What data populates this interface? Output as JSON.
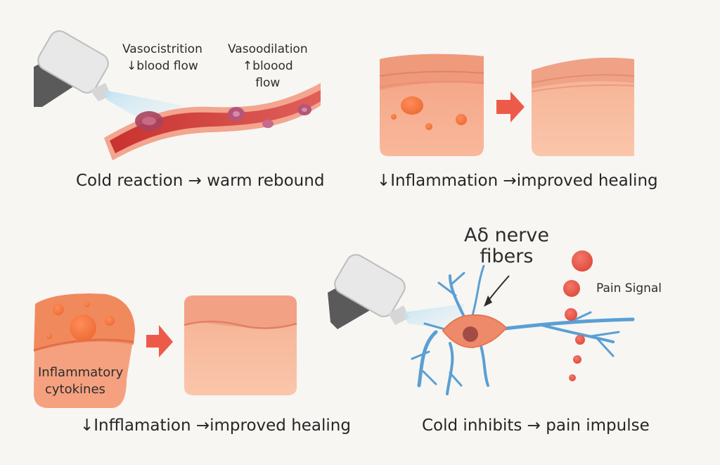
{
  "panels": {
    "cold_reaction": {
      "vasoconstriction_title": "Vasocistrition",
      "vasoconstriction_sub": "↓blood flow",
      "vasodilation_title": "Vasoodilation",
      "vasodilation_sub": "↑bloood",
      "vasodilation_sub2": "flow",
      "caption": "Cold reaction → warm rebound"
    },
    "inflammation_top": {
      "caption": "↓Inflammation →improved healing"
    },
    "inflammation_bottom": {
      "cytokines_line1": "Inflammatory",
      "cytokines_line2": "cytokines",
      "caption": "↓Infflamation →improved healing"
    },
    "nerve": {
      "fiber_line1": "Aδ nerve",
      "fiber_line2": "fibers",
      "pain_signal": "Pain Signal",
      "caption": "Cold inhibits → pain impulse"
    }
  },
  "colors": {
    "background": "#f7f6f3",
    "vessel": "#d9534f",
    "tissue": "#f7a98a",
    "arrow": "#ee5a4a",
    "nerve": "#5a9fd4",
    "neuron_body": "#ee8a6a",
    "pain_dot": "#e8533f"
  }
}
